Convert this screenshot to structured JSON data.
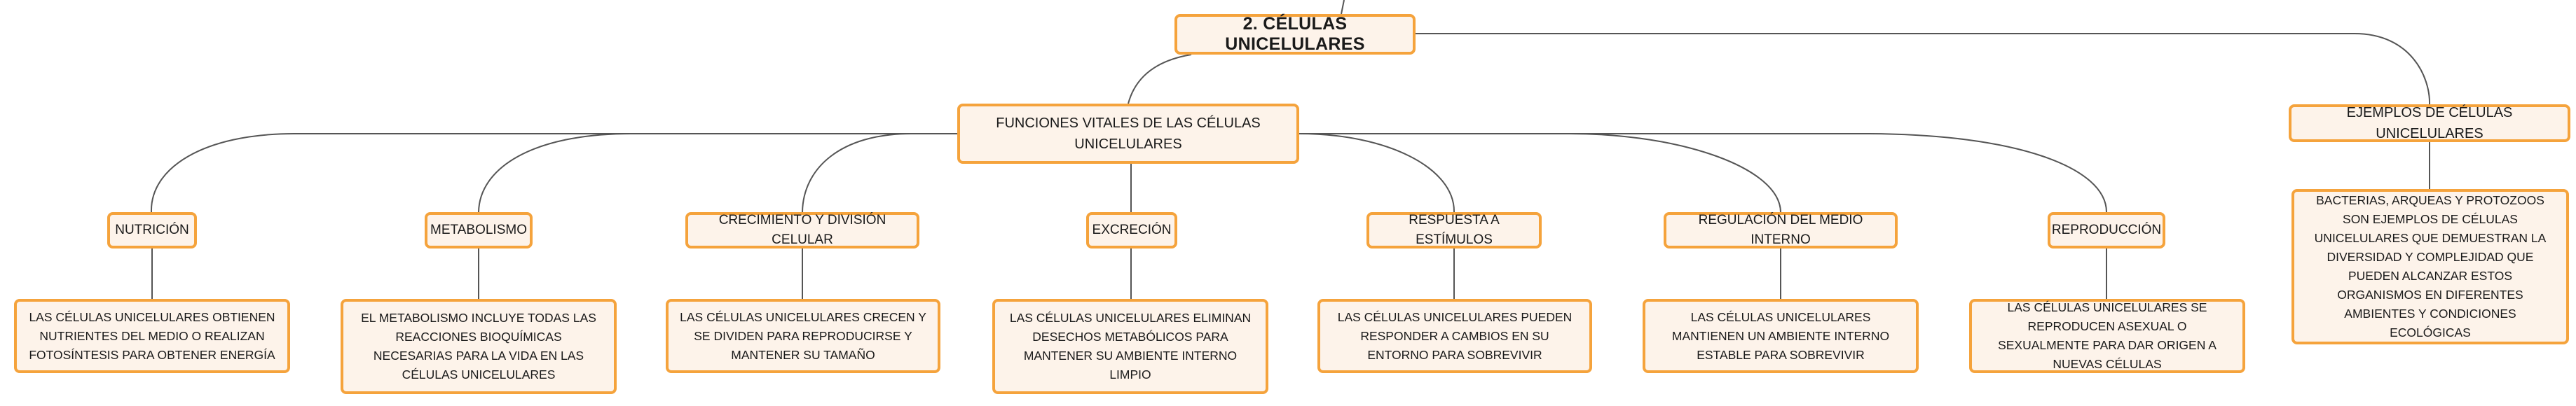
{
  "colors": {
    "node_fill": "#fdf3ea",
    "node_border": "#f5a33c",
    "link": "#555555",
    "text": "#1a1a1a"
  },
  "root": {
    "label": "2. CÉLULAS UNICELULARES"
  },
  "functions": {
    "label": "FUNCIONES VITALES DE LAS CÉLULAS UNICELULARES",
    "items": [
      {
        "label": "NUTRICIÓN",
        "description": "LAS CÉLULAS UNICELULARES OBTIENEN NUTRIENTES DEL MEDIO O REALIZAN FOTOSÍNTESIS PARA OBTENER ENERGÍA"
      },
      {
        "label": "METABOLISMO",
        "description": "EL METABOLISMO INCLUYE TODAS LAS REACCIONES BIOQUÍMICAS NECESARIAS PARA LA VIDA EN LAS CÉLULAS UNICELULARES"
      },
      {
        "label": "CRECIMIENTO Y DIVISIÓN CELULAR",
        "description": "LAS CÉLULAS UNICELULARES CRECEN Y SE DIVIDEN PARA REPRODUCIRSE Y MANTENER SU TAMAÑO"
      },
      {
        "label": "EXCRECIÓN",
        "description": "LAS CÉLULAS UNICELULARES ELIMINAN DESECHOS METABÓLICOS PARA MANTENER SU AMBIENTE INTERNO LIMPIO"
      },
      {
        "label": "RESPUESTA A ESTÍMULOS",
        "description": "LAS CÉLULAS UNICELULARES PUEDEN RESPONDER A CAMBIOS EN SU ENTORNO PARA SOBREVIVIR"
      },
      {
        "label": "REGULACIÓN DEL MEDIO INTERNO",
        "description": "LAS CÉLULAS UNICELULARES MANTIENEN UN AMBIENTE INTERNO ESTABLE PARA SOBREVIVIR"
      },
      {
        "label": "REPRODUCCIÓN",
        "description": "LAS CÉLULAS UNICELULARES SE REPRODUCEN ASEXUAL O SEXUALMENTE PARA DAR ORIGEN A NUEVAS CÉLULAS"
      }
    ]
  },
  "examples": {
    "label": "EJEMPLOS DE CÉLULAS UNICELULARES",
    "description": "BACTERIAS, ARQUEAS Y PROTOZOOS SON EJEMPLOS DE CÉLULAS UNICELULARES QUE DEMUESTRAN LA DIVERSIDAD Y COMPLEJIDAD QUE PUEDEN ALCANZAR ESTOS ORGANISMOS EN DIFERENTES AMBIENTES Y CONDICIONES ECOLÓGICAS"
  }
}
